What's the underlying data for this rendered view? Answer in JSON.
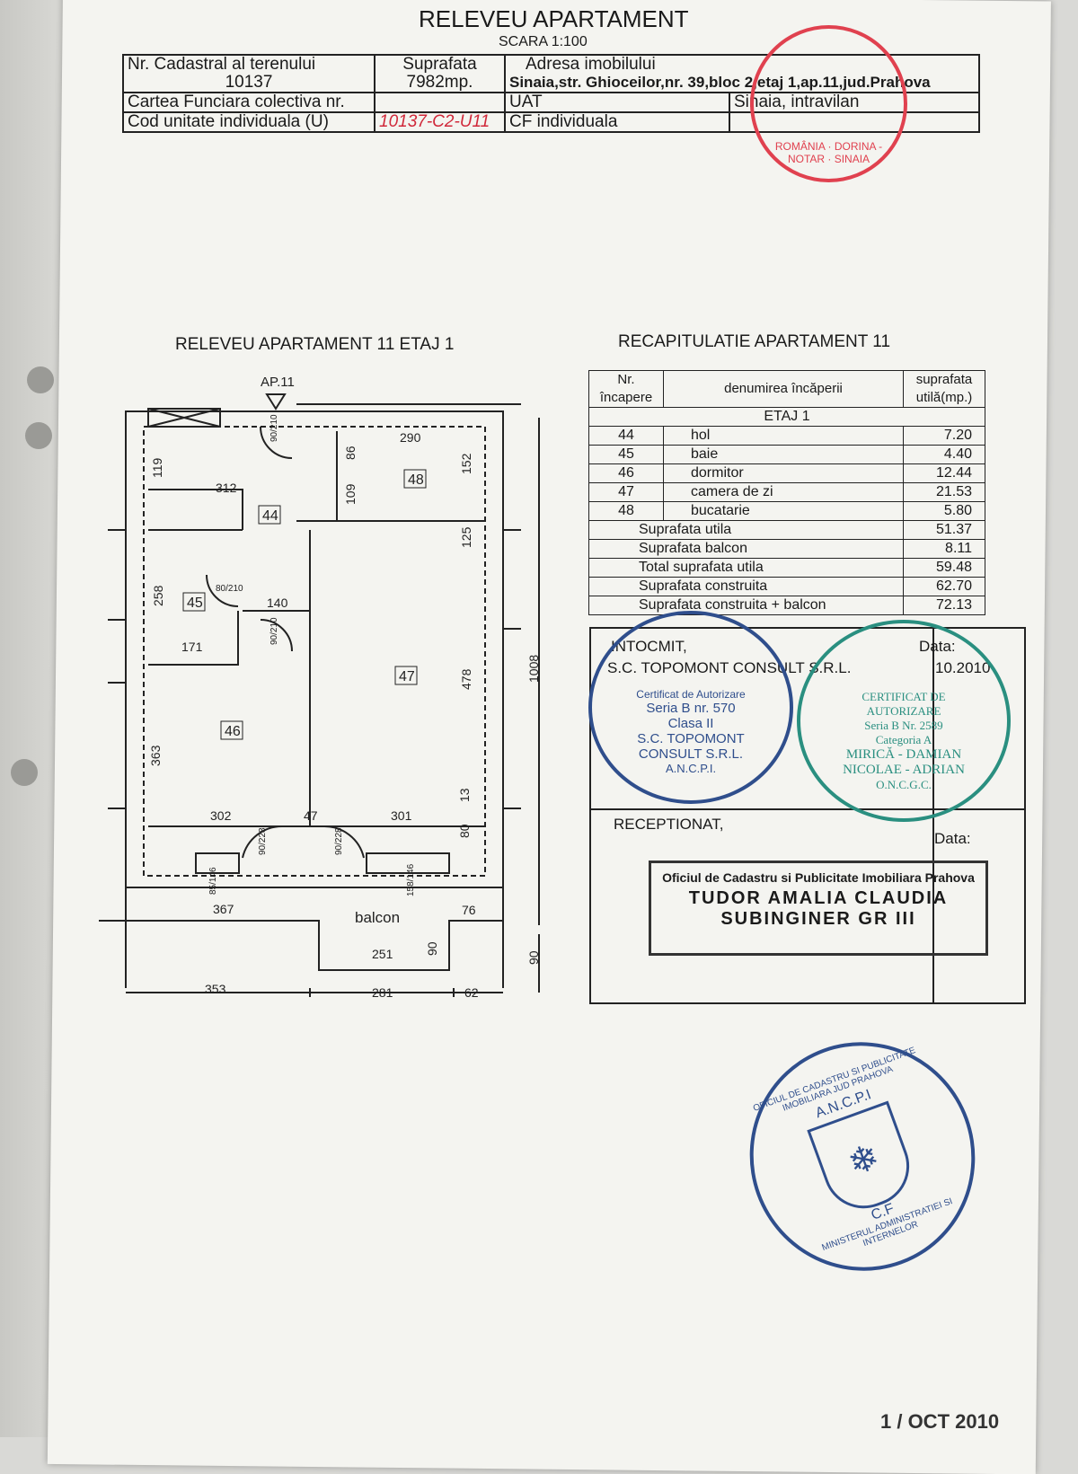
{
  "title": "RELEVEU APARTAMENT",
  "scale": "SCARA 1:100",
  "header_table": {
    "cadastral_label": "Nr. Cadastral al terenului",
    "cadastral_value": "10137",
    "area_label": "Suprafata",
    "area_value": "7982mp.",
    "address_label": "Adresa imobilului",
    "address_value": "Sinaia,str. Ghioceilor,nr. 39,bloc 2,etaj 1,ap.11,jud.Prahova",
    "cf_label": "Cartea Funciara colectiva nr.",
    "uat_label": "UAT",
    "uat_value": "Sinaia, intravilan",
    "cod_label": "Cod unitate individuala (U)",
    "cod_value": "10137-C2-U11",
    "cf_individual_label": "CF individuala"
  },
  "plan": {
    "title": "RELEVEU APARTAMENT 11 ETAJ 1",
    "entrance": "AP.11",
    "rooms": [
      "44",
      "45",
      "46",
      "47",
      "48"
    ],
    "balcony": "balcon",
    "dims": [
      "119",
      "312",
      "90/210",
      "290",
      "86",
      "109",
      "152",
      "125",
      "258",
      "80/210",
      "140",
      "171",
      "90/210",
      "478",
      "1008",
      "363",
      "302",
      "47",
      "301",
      "13",
      "80",
      "90/228",
      "90/228",
      "85/146",
      "158/146",
      "367",
      "76",
      "90",
      "251",
      "90",
      "353",
      "281",
      "62"
    ]
  },
  "recap": {
    "title": "RECAPITULATIE APARTAMENT 11",
    "col_nr": "Nr. încapere",
    "col_name": "denumirea încăperii",
    "col_area": "suprafata utilă(mp.)",
    "floor": "ETAJ 1",
    "rooms": [
      {
        "nr": "44",
        "name": "hol",
        "area": "7.20"
      },
      {
        "nr": "45",
        "name": "baie",
        "area": "4.40"
      },
      {
        "nr": "46",
        "name": "dormitor",
        "area": "12.44"
      },
      {
        "nr": "47",
        "name": "camera de zi",
        "area": "21.53"
      },
      {
        "nr": "48",
        "name": "bucatarie",
        "area": "5.80"
      }
    ],
    "totals": [
      {
        "label": "Suprafata utila",
        "value": "51.37"
      },
      {
        "label": "Suprafata balcon",
        "value": "8.11"
      },
      {
        "label": "Total suprafata utila",
        "value": "59.48"
      },
      {
        "label": "Suprafata construita",
        "value": "62.70"
      },
      {
        "label": "Suprafata construita + balcon",
        "value": "72.13"
      }
    ]
  },
  "signatures": {
    "prepared": "INTOCMIT,",
    "company": "S.C. TOPOMONT CONSULT S.R.L.",
    "date_label": "Data:",
    "date_value": "10.2010",
    "received": "RECEPTIONAT,",
    "date2_label": "Data:",
    "box_line1": "Oficiul de Cadastru si Publicitate Imobiliara Prahova",
    "box_line2": "TUDOR AMALIA CLAUDIA",
    "box_line3": "SUBINGINER GR III"
  },
  "stamps": {
    "red": "ROMÂNIA · DORINA - NOTAR · SINAIA",
    "blue": [
      "Certificat de Autorizare",
      "Seria B nr. 570",
      "Clasa II",
      "S.C. TOPOMONT",
      "CONSULT S.R.L.",
      "A.N.C.P.I."
    ],
    "green": [
      "CERTIFICAT DE",
      "AUTORIZARE",
      "Seria B Nr. 2589",
      "Categoria A",
      "MIRICĂ - DAMIAN",
      "NICOLAE - ADRIAN",
      "O.N.C.G.C."
    ],
    "ancpi": [
      "OFICIUL DE CADASTRU SI PUBLICITATE IMOBILIARA JUD PRAHOVA",
      "A.N.C.P.I",
      "C.F",
      "MINISTERUL ADMINISTRATIEI SI INTERNELOR"
    ]
  },
  "footer_stamp": "1 / OCT 2010",
  "colors": {
    "red_stamp": "#e0414f",
    "blue_stamp": "#2f4e8c",
    "green_stamp": "#2a8f80"
  }
}
